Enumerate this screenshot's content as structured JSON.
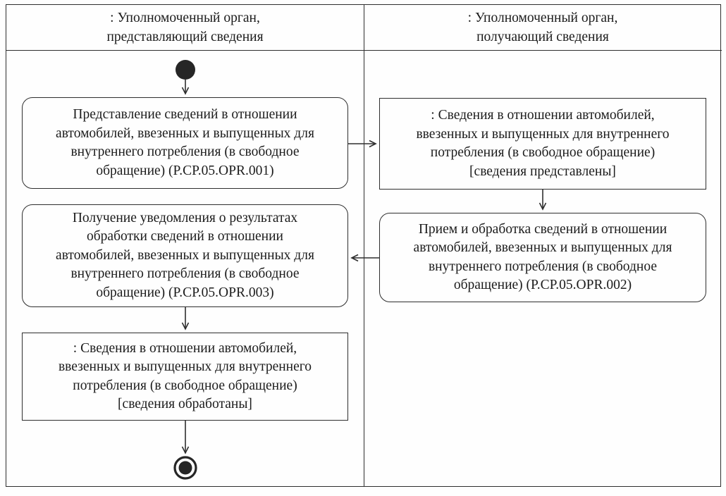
{
  "diagram": {
    "kind": "uml-activity-swimlane",
    "lanes": [
      {
        "role": "provider",
        "header": ": Уполномоченный орган,\nпредставляющий сведения"
      },
      {
        "role": "receiver",
        "header": ": Уполномоченный орган,\nполучающий сведения"
      }
    ],
    "nodes": [
      {
        "id": "opr-001",
        "type": "action",
        "lane": "provider",
        "label": "Представление сведений в отношении\nавтомобилей, ввезенных и выпущенных для\nвнутреннего потребления (в свободное\nобращение) (P.CP.05.OPR.001)",
        "code": "P.CP.05.OPR.001"
      },
      {
        "id": "object-provided",
        "type": "object",
        "lane": "receiver",
        "label": ": Сведения в отношении автомобилей,\nввезенных и выпущенных для внутреннего\nпотребления (в свободное обращение)\n[сведения представлены]",
        "state": "сведения представлены"
      },
      {
        "id": "opr-002",
        "type": "action",
        "lane": "receiver",
        "label": "Прием и обработка сведений в отношении\nавтомобилей, ввезенных и выпущенных для\nвнутреннего потребления (в свободное\nобращение) (P.CP.05.OPR.002)",
        "code": "P.CP.05.OPR.002"
      },
      {
        "id": "opr-003",
        "type": "action",
        "lane": "provider",
        "label": "Получение уведомления о результатах\nобработки сведений в отношении\nавтомобилей, ввезенных и выпущенных для\nвнутреннего потребления (в свободное\nобращение) (P.CP.05.OPR.003)",
        "code": "P.CP.05.OPR.003"
      },
      {
        "id": "object-processed",
        "type": "object",
        "lane": "provider",
        "label": ": Сведения в отношении автомобилей,\nввезенных и выпущенных для внутреннего\nпотребления (в свободное обращение)\n[сведения обработаны]",
        "state": "сведения обработаны"
      }
    ],
    "flow": [
      "initial -> opr-001",
      "opr-001 -> object-provided",
      "object-provided -> opr-002",
      "opr-002 -> opr-003",
      "opr-003 -> object-processed",
      "object-processed -> final"
    ],
    "colors": {
      "line": "#2e2e2e",
      "text": "#1c1c1c",
      "background": "#fefefe"
    }
  }
}
